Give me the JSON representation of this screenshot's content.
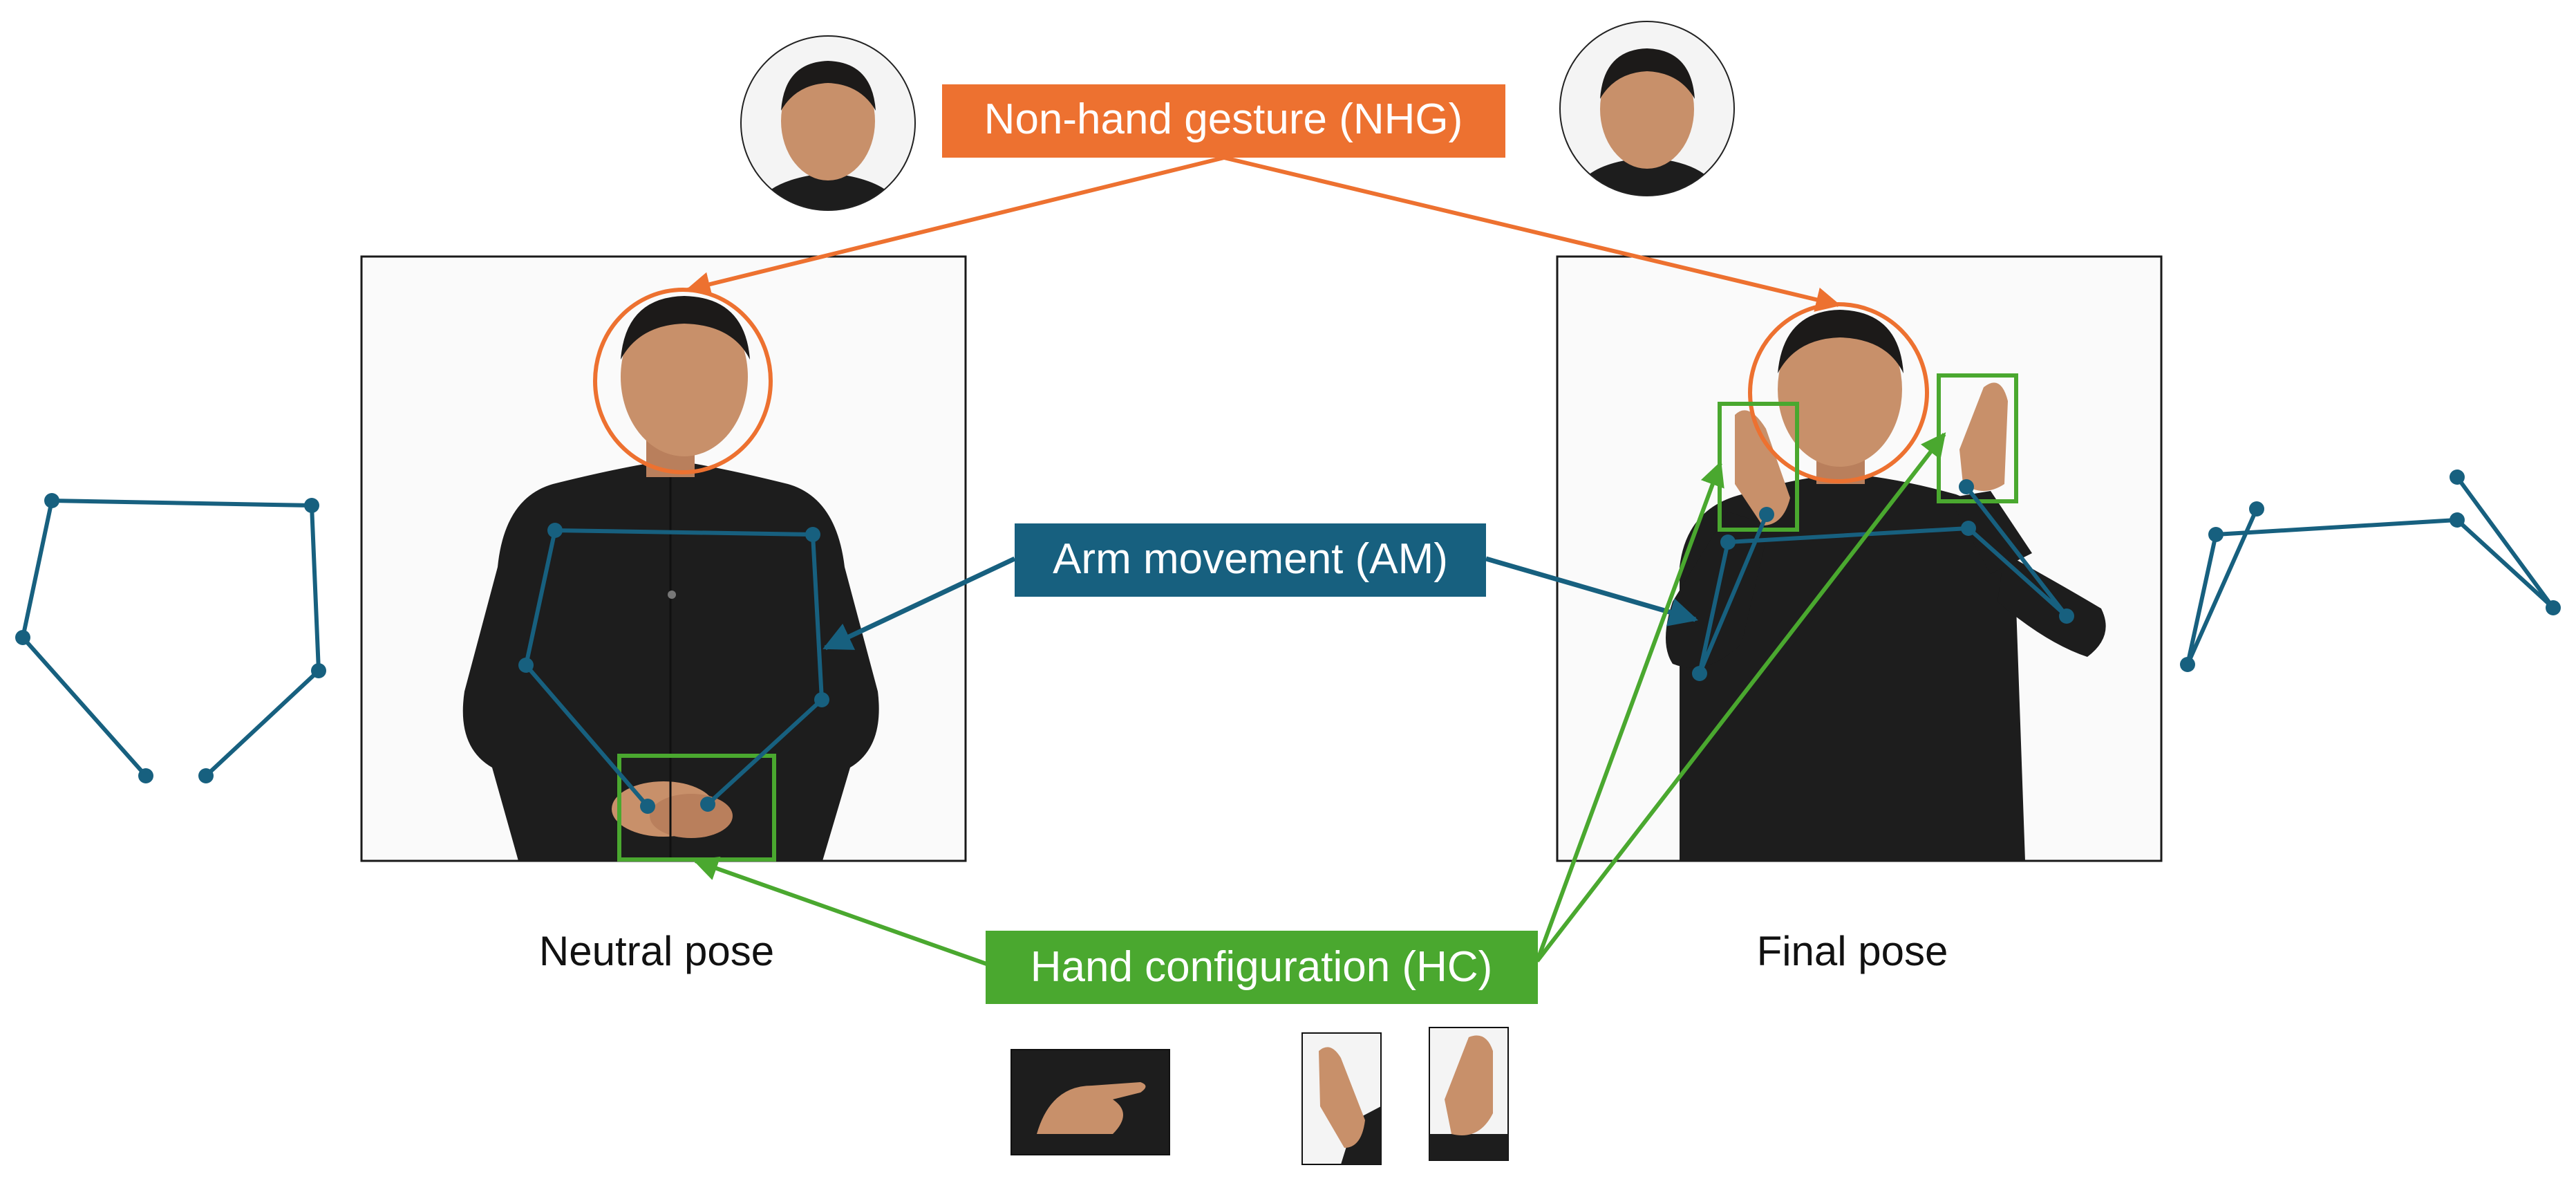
{
  "labels": {
    "nhg": "Non-hand gesture (NHG)",
    "am": "Arm movement (AM)",
    "hc": "Hand configuration (HC)"
  },
  "captions": {
    "neutral": "Neutral pose",
    "final": "Final pose"
  },
  "colors": {
    "nhg": "#ed7130",
    "am": "#17607f",
    "hc": "#4aa82f",
    "frame": "#1a1a1a",
    "shirt": "#1d1d1d",
    "skin": "#c8906a",
    "hair": "#1c1a19"
  },
  "icons": {
    "face": "person-face-icon",
    "hand": "hand-icon"
  }
}
